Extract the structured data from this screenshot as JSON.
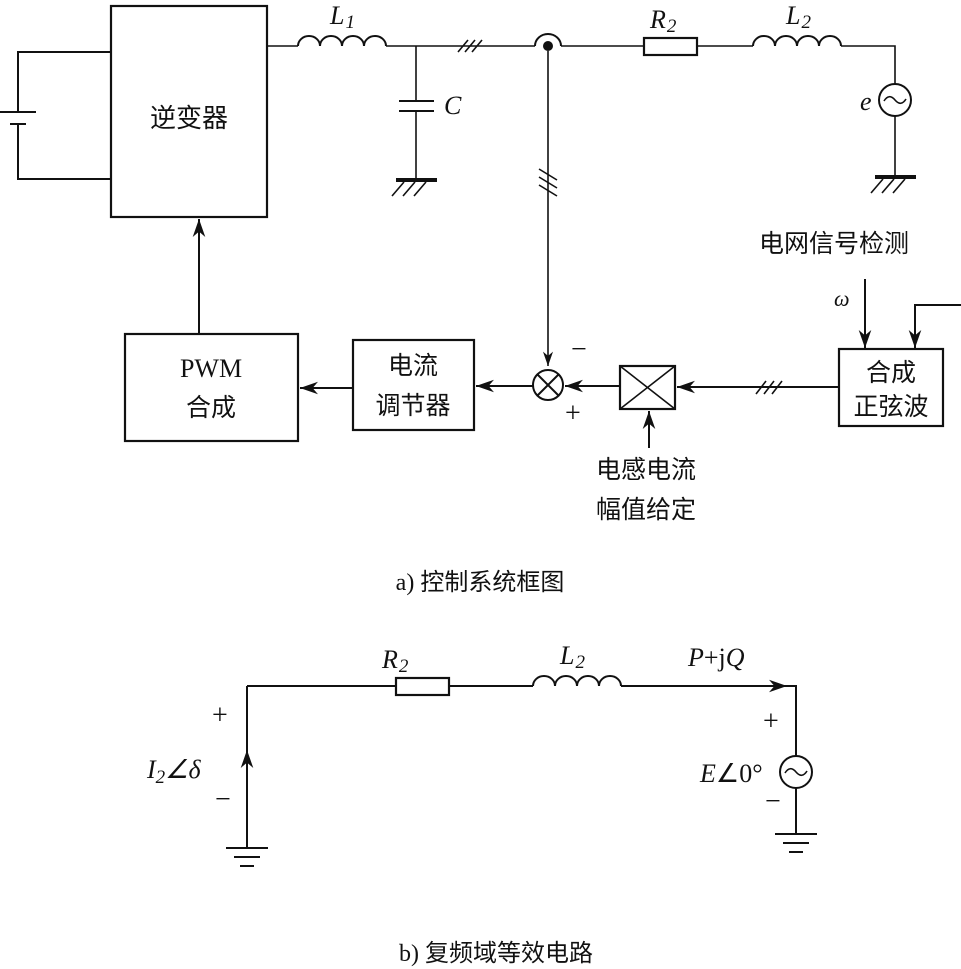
{
  "figure_a": {
    "caption_prefix": "a)",
    "caption_text": "控制系统框图",
    "blocks": {
      "inverter": "逆变器",
      "pwm_line1": "PWM",
      "pwm_line2": "合成",
      "regulator_line1": "电流",
      "regulator_line2": "调节器",
      "sine_line1": "合成",
      "sine_line2": "正弦波"
    },
    "labels": {
      "L1": "L",
      "L1_sub": "1",
      "C": "C",
      "R2": "R",
      "R2_sub": "2",
      "L2": "L",
      "L2_sub": "2",
      "e": "e",
      "grid_detect": "电网信号检测",
      "omega": "ω",
      "amp_line1": "电感电流",
      "amp_line2": "幅值给定",
      "minus": "−",
      "plus": "+"
    }
  },
  "figure_b": {
    "caption_prefix": "b)",
    "caption_text": "复频域等效电路",
    "labels": {
      "R2": "R",
      "R2_sub": "2",
      "L2": "L",
      "L2_sub": "2",
      "power_P": "P",
      "power_rest": "+j",
      "power_Q": "Q",
      "I2": "I",
      "I2_sub": "2",
      "angle_delta": "∠δ",
      "E": "E",
      "angle_zero": "∠0°",
      "plus_left": "+",
      "minus_left": "−",
      "plus_right": "+",
      "minus_right": "−"
    }
  }
}
